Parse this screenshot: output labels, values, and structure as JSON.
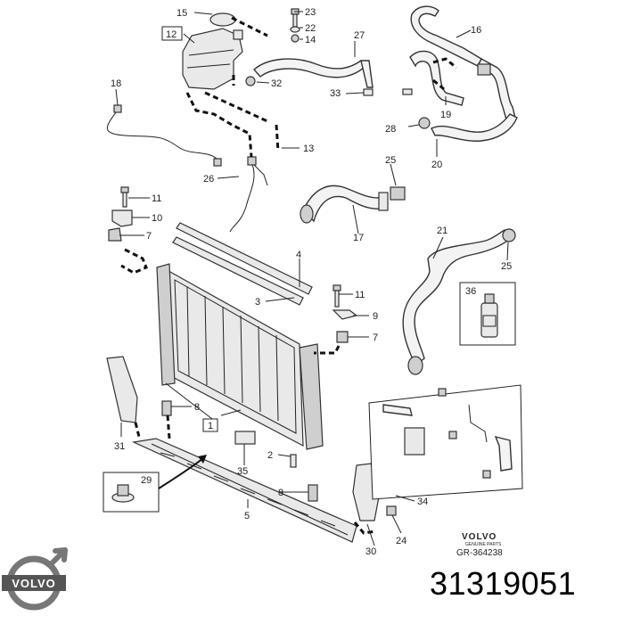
{
  "part_number": "31319051",
  "logo_text": "VOLVO",
  "ref_block": {
    "brand": "VOLVO",
    "sub": "GENUINE PARTS",
    "reference": "GR-364238"
  },
  "callouts": [
    {
      "id": "c1",
      "text": "1"
    },
    {
      "id": "c2",
      "text": "2"
    },
    {
      "id": "c3",
      "text": "3"
    },
    {
      "id": "c4",
      "text": "4"
    },
    {
      "id": "c5",
      "text": "5"
    },
    {
      "id": "c7a",
      "text": "7"
    },
    {
      "id": "c7b",
      "text": "7"
    },
    {
      "id": "c8a",
      "text": "8"
    },
    {
      "id": "c8b",
      "text": "8"
    },
    {
      "id": "c9",
      "text": "9"
    },
    {
      "id": "c10",
      "text": "10"
    },
    {
      "id": "c11a",
      "text": "11"
    },
    {
      "id": "c11b",
      "text": "11"
    },
    {
      "id": "c12",
      "text": "12"
    },
    {
      "id": "c13",
      "text": "13"
    },
    {
      "id": "c14",
      "text": "14"
    },
    {
      "id": "c15",
      "text": "15"
    },
    {
      "id": "c16",
      "text": "16"
    },
    {
      "id": "c17",
      "text": "17"
    },
    {
      "id": "c18",
      "text": "18"
    },
    {
      "id": "c19",
      "text": "19"
    },
    {
      "id": "c20",
      "text": "20"
    },
    {
      "id": "c21",
      "text": "21"
    },
    {
      "id": "c22",
      "text": "22"
    },
    {
      "id": "c23",
      "text": "23"
    },
    {
      "id": "c24",
      "text": "24"
    },
    {
      "id": "c25a",
      "text": "25"
    },
    {
      "id": "c25b",
      "text": "25"
    },
    {
      "id": "c26",
      "text": "26"
    },
    {
      "id": "c27",
      "text": "27"
    },
    {
      "id": "c28",
      "text": "28"
    },
    {
      "id": "c29",
      "text": "29"
    },
    {
      "id": "c30",
      "text": "30"
    },
    {
      "id": "c31",
      "text": "31"
    },
    {
      "id": "c32",
      "text": "32"
    },
    {
      "id": "c33",
      "text": "33"
    },
    {
      "id": "c34",
      "text": "34"
    },
    {
      "id": "c35",
      "text": "35"
    },
    {
      "id": "c36",
      "text": "36"
    }
  ]
}
